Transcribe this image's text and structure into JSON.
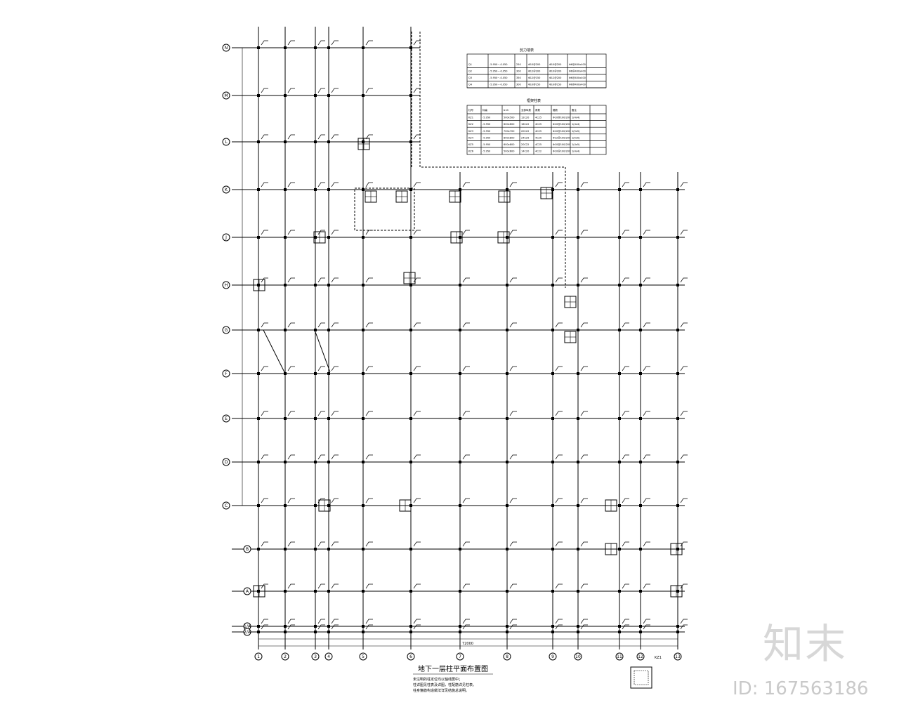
{
  "drawing": {
    "title": "地下一层柱平面布置图",
    "notes": [
      "未注明的柱定位均以轴线居中；",
      "柱详图见柱表及详图，柱配筋详见柱表。",
      "柱身箍筋构造做法详见结施总说明。"
    ],
    "column_axes": [
      "1",
      "2",
      "3",
      "4",
      "5",
      "6",
      "7",
      "8",
      "9",
      "10",
      "11",
      "12",
      "13"
    ],
    "row_axes": [
      "N",
      "M",
      "L",
      "K",
      "J",
      "H",
      "G",
      "F",
      "E",
      "D",
      "C",
      "B",
      "A",
      "1/A",
      "2/A"
    ],
    "wall_table": {
      "title": "剪力墙表",
      "rows": [
        [
          "Q1",
          "-5.950~-0.050",
          "250",
          "Φ10@200",
          "Φ10@200",
          "Φ6@400x400"
        ],
        [
          "Q2",
          "-5.950~-0.050",
          "300",
          "Φ12@200",
          "Φ10@200",
          "Φ6@400x400"
        ],
        [
          "Q3",
          "-5.950~-0.050",
          "350",
          "Φ12@150",
          "Φ12@200",
          "Φ6@400x400"
        ],
        [
          "Q4",
          "-5.950~-0.050",
          "300",
          "Φ10@150",
          "Φ10@150",
          "Φ6@400x400"
        ]
      ]
    },
    "column_table": {
      "title": "框架柱表",
      "headers": [
        "柱号",
        "标高",
        "b×h",
        "全部纵筋",
        "角筋",
        "箍筋",
        "备注"
      ],
      "rows": [
        [
          "KZ1",
          "-5.950",
          "500x500",
          "12C20",
          "4C25",
          "Φ10@100/200",
          "1(4x4)"
        ],
        [
          "KZ2",
          "-5.950",
          "600x600",
          "16C22",
          "4C25",
          "Φ10@100/200",
          "1(4x4)"
        ],
        [
          "KZ3",
          "-5.950",
          "700x700",
          "20C22",
          "4C25",
          "Φ10@100/200",
          "1(5x5)"
        ],
        [
          "KZ4",
          "-5.950",
          "800x800",
          "24C25",
          "4C25",
          "Φ12@100/200",
          "1(5x5)"
        ],
        [
          "KZ5",
          "-5.950",
          "600x800",
          "20C22",
          "4C25",
          "Φ10@100/200",
          "1(4x5)"
        ],
        [
          "KZ6",
          "-5.950",
          "500x600",
          "14C20",
          "4C22",
          "Φ10@100/200",
          "1(4x4)"
        ]
      ]
    },
    "overall_dimension": "72000",
    "detail_label": "KZ1"
  },
  "watermark": {
    "logo": "知末",
    "id": "ID: 167563186"
  }
}
